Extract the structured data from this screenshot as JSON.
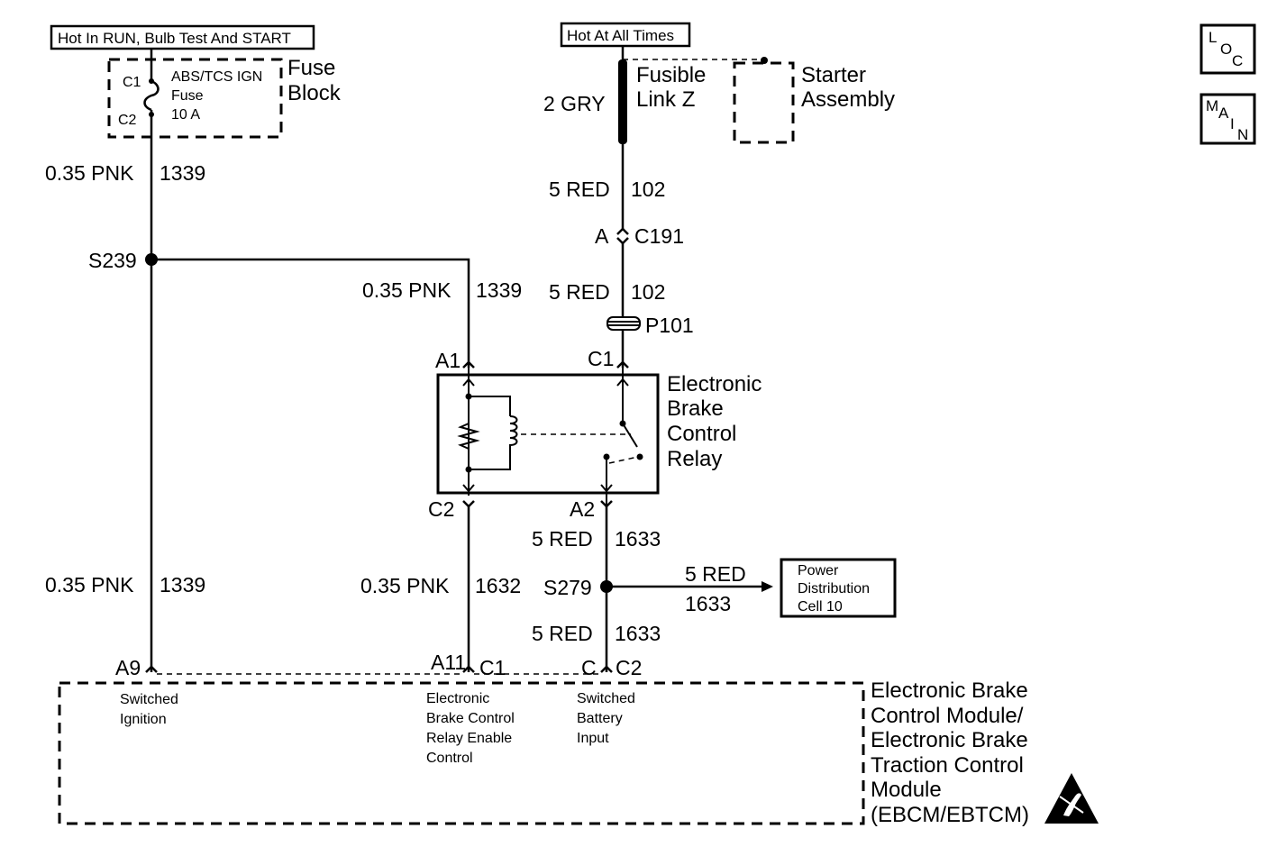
{
  "power": {
    "hot_run": "Hot In RUN, Bulb Test And START",
    "hot_always": "Hot At All Times"
  },
  "fuse_block": {
    "title_line1": "Fuse",
    "title_line2": "Block",
    "fuse_name_line1": "ABS/TCS IGN",
    "fuse_name_line2": "Fuse",
    "fuse_rating": "10 A",
    "pin_top": "C1",
    "pin_bottom": "C2"
  },
  "fusible_link": {
    "line1": "Fusible",
    "line2": "Link Z",
    "wire": "2 GRY"
  },
  "starter": {
    "line1": "Starter",
    "line2": "Assembly"
  },
  "nav_buttons": {
    "loc": [
      "L",
      "O",
      "C"
    ],
    "main": [
      "M",
      "A",
      "I",
      "N"
    ]
  },
  "wires": {
    "w1339_top_color": "0.35 PNK",
    "w1339_top_circuit": "1339",
    "w1339_mid_color": "0.35 PNK",
    "w1339_mid_circuit": "1339",
    "w1339_low_color": "0.35 PNK",
    "w1339_low_circuit": "1339",
    "w102_top_color": "5 RED",
    "w102_top_circuit": "102",
    "w102_low_color": "5 RED",
    "w102_low_circuit": "102",
    "w1632_color": "0.35 PNK",
    "w1632_circuit": "1632",
    "w1633_top_color": "5 RED",
    "w1633_top_circuit": "1633",
    "w1633_right_color": "5 RED",
    "w1633_right_circuit": "1633",
    "w1633_low_color": "5 RED",
    "w1633_low_circuit": "1633"
  },
  "splices": {
    "s239": "S239",
    "s279": "S279"
  },
  "connectors": {
    "c191_pin": "A",
    "c191": "C191",
    "p101": "P101",
    "relay_a1": "A1",
    "relay_c1": "C1",
    "relay_c2": "C2",
    "relay_a2": "A2",
    "module_a9": "A9",
    "module_a11": "A11",
    "module_c1": "C1",
    "module_c": "C",
    "module_c2": "C2"
  },
  "relay": {
    "line1": "Electronic",
    "line2": "Brake",
    "line3": "Control",
    "line4": "Relay"
  },
  "power_distribution": {
    "line1": "Power",
    "line2": "Distribution",
    "line3": "Cell 10"
  },
  "module": {
    "line1": "Electronic Brake",
    "line2": "Control Module/",
    "line3": "Electronic Brake",
    "line4": "Traction Control",
    "line5": "Module",
    "line6": "(EBCM/EBTCM)",
    "pin_a9_desc": [
      "Switched",
      "Ignition"
    ],
    "pin_a11_desc": [
      "Electronic",
      "Brake Control",
      "Relay Enable",
      "Control"
    ],
    "pin_c_desc": [
      "Switched",
      "Battery",
      "Input"
    ]
  }
}
